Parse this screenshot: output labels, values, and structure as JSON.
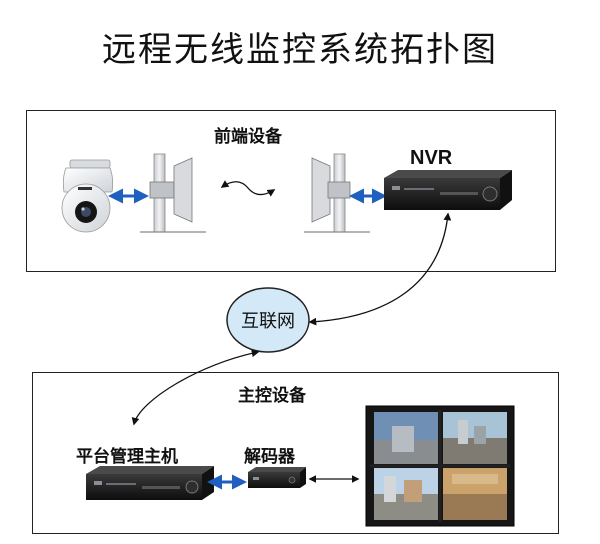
{
  "diagram": {
    "title": "远程无线监控系统拓扑图",
    "front_section": {
      "label": "前端设备",
      "nvr_label": "NVR"
    },
    "internet": {
      "label": "互联网"
    },
    "main_section": {
      "label": "主控设备",
      "host_label": "平台管理主机",
      "decoder_label": "解码器"
    },
    "colors": {
      "link_arrow": "#1f5fbf",
      "box_border": "#222222",
      "internet_fill": "#d3e9f7",
      "device_dark": "#1b1b1b"
    },
    "icons": [
      "ptz-camera-icon",
      "wireless-bridge-icon",
      "nvr-icon",
      "decoder-icon",
      "video-wall-icon"
    ]
  }
}
